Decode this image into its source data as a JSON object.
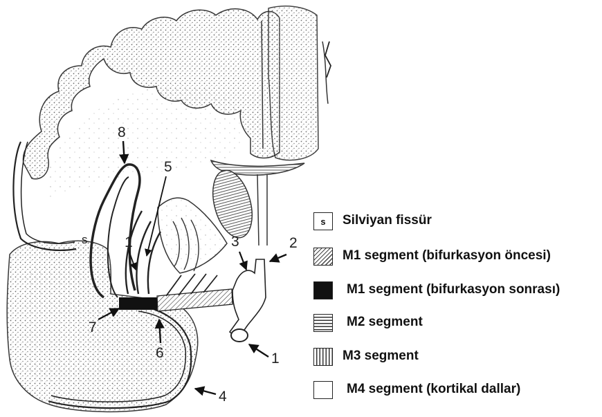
{
  "diagram": {
    "sylvian_label": "s",
    "callouts": [
      "1",
      "2",
      "3",
      "4",
      "5",
      "6",
      "7",
      "8",
      "1"
    ]
  },
  "legend": {
    "items": [
      {
        "swatch_text": "s",
        "label": "Silviyan fissür"
      },
      {
        "label": "M1 segment (bifurkasyon öncesi)"
      },
      {
        "label": "M1 segment (bifurkasyon sonrası)"
      },
      {
        "label": "M2 segment"
      },
      {
        "label": "M3 segment"
      },
      {
        "label": "M4 segment (kortikal dallar)"
      }
    ]
  }
}
